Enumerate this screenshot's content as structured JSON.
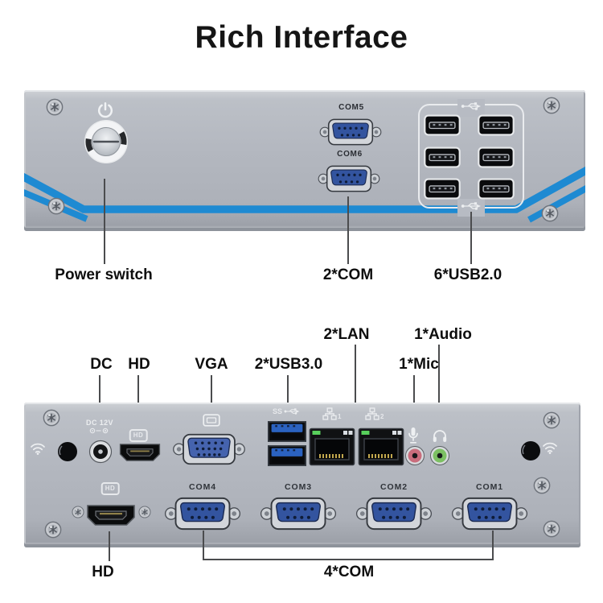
{
  "title": "Rich Interface",
  "front": {
    "com5_print": "COM5",
    "com6_print": "COM6",
    "callout_power": "Power switch",
    "callout_com": "2*COM",
    "callout_usb": "6*USB2.0"
  },
  "rear": {
    "print_dc": "DC 12V",
    "hd_badge": "HD",
    "ss_label": "SS",
    "lan1_num": "1",
    "lan2_num": "2",
    "com4_print": "COM4",
    "com3_print": "COM3",
    "com2_print": "COM2",
    "com1_print": "COM1",
    "callout_dc": "DC",
    "callout_hd": "HD",
    "callout_vga": "VGA",
    "callout_usb3": "2*USB3.0",
    "callout_lan": "2*LAN",
    "callout_mic": "1*Mic",
    "callout_audio": "1*Audio",
    "callout_hd_bottom": "HD",
    "callout_com_bottom": "4*COM"
  },
  "icons": {
    "power": "power-symbol",
    "usb": "usb-trident",
    "wifi": "wifi-fan",
    "mic": "microphone",
    "audio": "headphones",
    "vga": "monitor",
    "lan": "network-nodes",
    "dc": "barrel-plug"
  },
  "colors": {
    "stripe_blue": "#1e8ad2",
    "panel_gray": "#b3b7bf",
    "db9_blue": "#33549f",
    "usb3_blue": "#2b62c0",
    "mic_jack": "#c96d7c",
    "audio_jack": "#7cc063",
    "lan_led_green": "#58d05c",
    "callout_line": "#4b4c4e"
  }
}
